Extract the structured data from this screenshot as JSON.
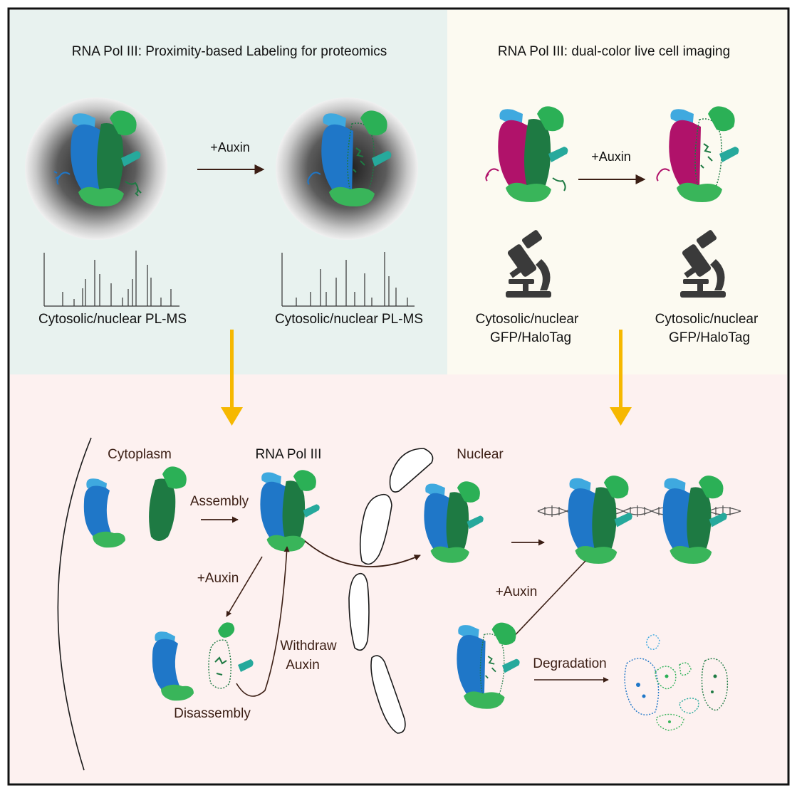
{
  "panels": {
    "proteomics": {
      "title": "RNA Pol III: Proximity-based Labeling for proteomics",
      "treatment": "+Auxin",
      "left_caption": "Cytosolic/nuclear PL-MS",
      "right_caption": "Cytosolic/nuclear PL-MS"
    },
    "imaging": {
      "title": "RNA Pol III: dual-color live cell imaging",
      "treatment": "+Auxin",
      "left_caption_line1": "Cytosolic/nuclear",
      "left_caption_line2": "GFP/HaloTag",
      "right_caption_line1": "Cytosolic/nuclear",
      "right_caption_line2": "GFP/HaloTag"
    },
    "model": {
      "cytoplasm_label": "Cytoplasm",
      "complex_label": "RNA Pol III",
      "nuclear_label": "Nuclear",
      "assembly_label": "Assembly",
      "auxin_left_label": "+Auxin",
      "withdraw_line1": "Withdraw",
      "withdraw_line2": "Auxin",
      "disassembly_label": "Disassembly",
      "auxin_right_label": "+Auxin",
      "degradation_label": "Degradation"
    }
  },
  "colors": {
    "top_left_bg": "#e8f2ef",
    "top_right_bg": "#fcfaf1",
    "bottom_bg": "#fdf1f0",
    "blue": "#1f77c8",
    "light_blue": "#3fa9df",
    "dark_green": "#1e7a43",
    "green": "#2bb056",
    "light_green": "#39b55a",
    "teal": "#26a99c",
    "magenta": "#b0126a",
    "arrow_brown": "#3b1e14",
    "yellow_arrow": "#f6b800"
  },
  "icons": [
    "microscope-icon",
    "dna-icon"
  ]
}
